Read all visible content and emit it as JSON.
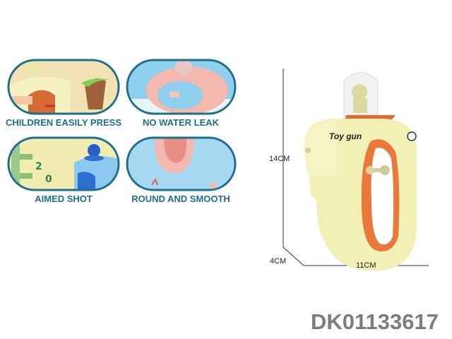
{
  "features": [
    {
      "label": "CHILDREN EASILY PRESS"
    },
    {
      "label": "NO WATER LEAK"
    },
    {
      "label": "AIMED SHOT"
    },
    {
      "label": "ROUND AND SMOOTH"
    }
  ],
  "product": {
    "brand_text": "Toy gun",
    "height_label": "14CM",
    "depth_label": "4CM",
    "width_label": "11CM",
    "code": "DK01133617"
  },
  "colors": {
    "caption": "#1f6e8c",
    "body": "#f1efb7",
    "inner": "#e9783a",
    "code": "#7d7d7d"
  }
}
